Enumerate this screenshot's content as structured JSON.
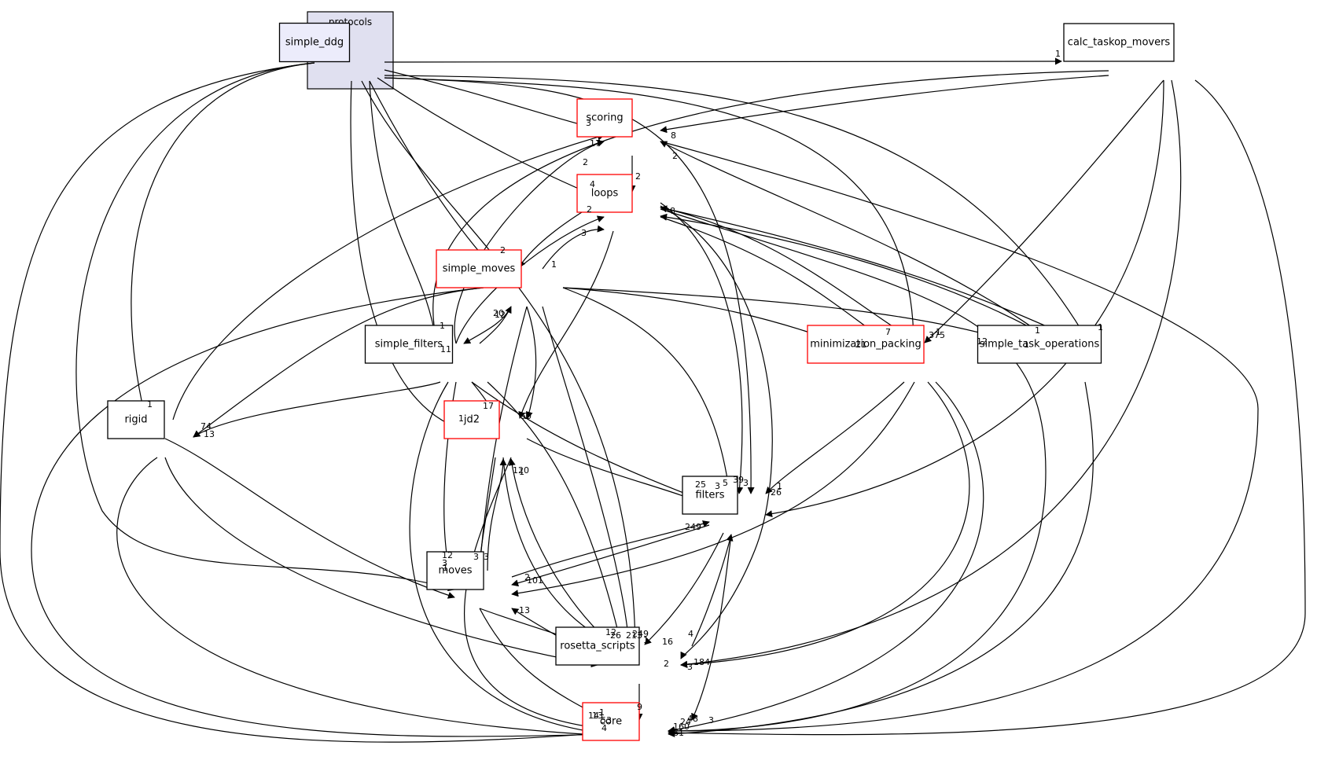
{
  "cluster": {
    "label": "protocols"
  },
  "nodes": {
    "simple_ddg": {
      "label": "simple_ddg",
      "style": "current"
    },
    "calc_taskop_movers": {
      "label": "calc_taskop_movers",
      "style": "normal"
    },
    "scoring": {
      "label": "scoring",
      "style": "red"
    },
    "loops": {
      "label": "loops",
      "style": "red"
    },
    "simple_moves": {
      "label": "simple_moves",
      "style": "red"
    },
    "simple_filters": {
      "label": "simple_filters",
      "style": "normal"
    },
    "minimization_packing": {
      "label": "minimization_packing",
      "style": "red"
    },
    "simple_task_operations": {
      "label": "simple_task_operations",
      "style": "normal"
    },
    "rigid": {
      "label": "rigid",
      "style": "normal"
    },
    "jd2": {
      "label": "jd2",
      "style": "red"
    },
    "filters": {
      "label": "filters",
      "style": "normal"
    },
    "moves": {
      "label": "moves",
      "style": "normal"
    },
    "rosetta_scripts": {
      "label": "rosetta_scripts",
      "style": "normal"
    },
    "core": {
      "label": "core",
      "style": "red"
    }
  },
  "edge_labels": [
    "1",
    "3",
    "4",
    "2",
    "1",
    "1",
    "1",
    "1",
    "3",
    "1",
    "1",
    "3",
    "4",
    "12",
    "1",
    "3",
    "24",
    "8",
    "11",
    "2",
    "2",
    "1",
    "8",
    "2",
    "1",
    "1",
    "3",
    "13",
    "1",
    "21",
    "1",
    "5",
    "249",
    "50",
    "3",
    "20",
    "12",
    "2",
    "17",
    "17",
    "74",
    "25",
    "26",
    "12",
    "53",
    "39",
    "2",
    "7",
    "48",
    "375",
    "3",
    "3",
    "1",
    "14",
    "213",
    "120",
    "101",
    "26",
    "184",
    "160",
    "61",
    "249",
    "2",
    "16",
    "4",
    "3",
    "13",
    "12",
    "13",
    "9",
    "1"
  ],
  "colors": {
    "cluster_fill": "#e0e0f0",
    "cluster_border": "#000000",
    "current_fill": "#ececfb",
    "red_border": "#ff0000",
    "normal_border": "#000000",
    "edge": "#000000"
  }
}
